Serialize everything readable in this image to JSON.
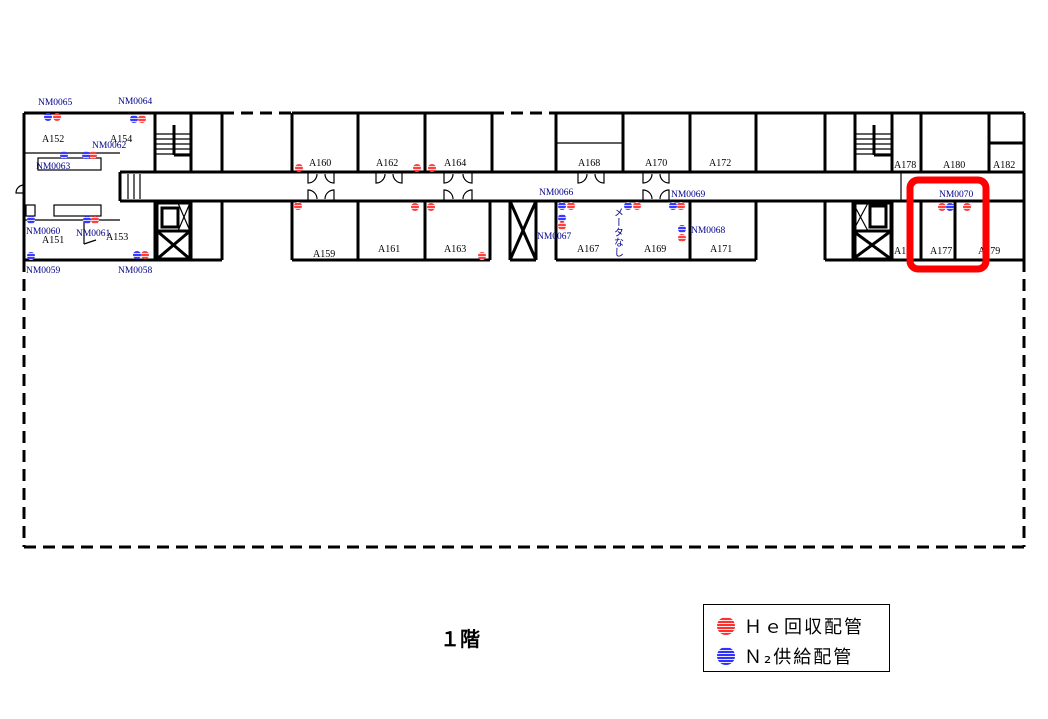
{
  "floor_label": "１階",
  "legend": {
    "he_label": "Ｈｅ回収配管",
    "n2_label": "Ｎ₂供給配管",
    "he_color": "#ff3030",
    "n2_color": "#3030ff"
  },
  "highlight_color": "#ff0000",
  "rooms": {
    "A152": "A152",
    "A154": "A154",
    "A151": "A151",
    "A153": "A153",
    "A160": "A160",
    "A162": "A162",
    "A164": "A164",
    "A168": "A168",
    "A170": "A170",
    "A172": "A172",
    "A178": "A178",
    "A180": "A180",
    "A182": "A182",
    "A159": "A159",
    "A161": "A161",
    "A163": "A163",
    "A167": "A167",
    "A169": "A169",
    "A171": "A171",
    "A175": "A1",
    "A177": "A177",
    "A179": "A179"
  },
  "meters": {
    "NM0065": "NM0065",
    "NM0064": "NM0064",
    "NM0062": "NM0062",
    "NM0063": "NM0063",
    "NM0060": "NM0060",
    "NM0061": "NM0061",
    "NM0059": "NM0059",
    "NM0058": "NM0058",
    "NM0066": "NM0066",
    "NM0067": "NM0067",
    "NM0069": "NM0069",
    "NM0068": "NM0068",
    "NM0070": "NM0070"
  },
  "no_meter_note": "メータなし"
}
